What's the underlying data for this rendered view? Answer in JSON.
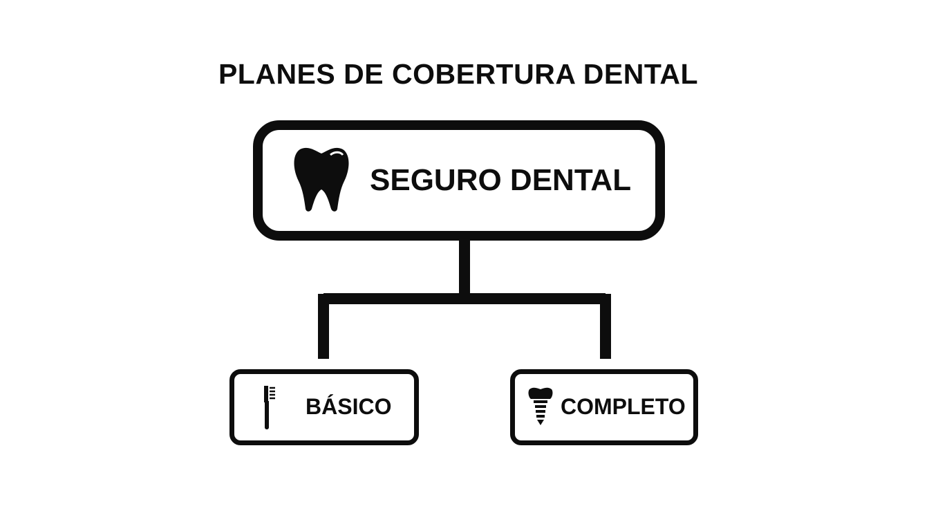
{
  "title": "PLANES DE COBERTURA DENTAL",
  "root": {
    "label": "SEGURO DENTAL",
    "icon": "tooth-icon"
  },
  "children": [
    {
      "label": "BÁSICO",
      "icon": "toothbrush-icon"
    },
    {
      "label": "COMPLETO",
      "icon": "dental-implant-icon"
    }
  ],
  "colors": {
    "stroke": "#0d0d0d",
    "background": "#ffffff"
  }
}
